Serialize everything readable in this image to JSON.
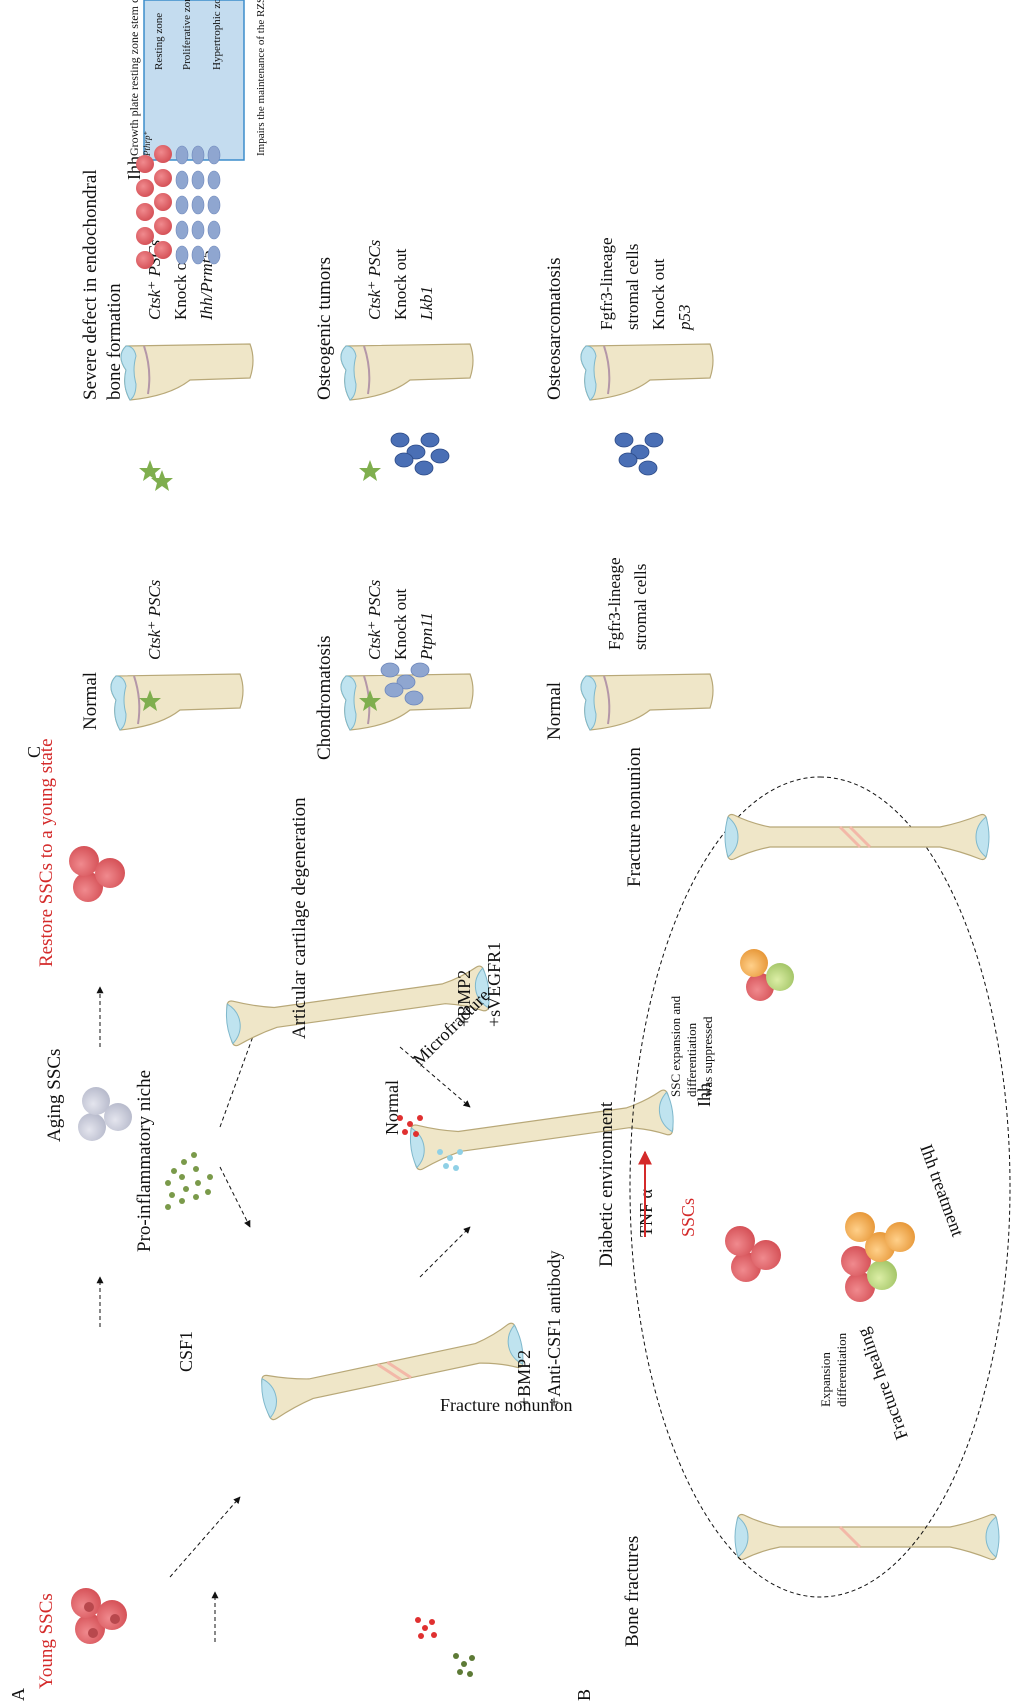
{
  "panel_a": {
    "label": "A",
    "young_sscs": "Young SSCs",
    "aging_sscs": "Aging SSCs",
    "restore": "Restore SSCs to a young state",
    "csf1": "CSF1",
    "pro_inflammatory": "Pro-inflammatory niche",
    "fracture_nonunion": "Fracture nonunion",
    "articular": "Articular cartilage degeneration",
    "normal": "Normal",
    "microfracture": "Microfracture",
    "bmp2": "+BMP2",
    "svegfr1": "+sVEGFR1",
    "anti_csf1": "+Anti-CSF1 antibody"
  },
  "panel_b": {
    "label": "B",
    "bone_fractures": "Bone fractures",
    "diabetic": "Diabetic environment",
    "tnf": "TNF α",
    "sscs": "SSCs",
    "ihh": "Ihh",
    "suppressed_1": "SSC expansion and",
    "suppressed_2": "differentiation",
    "suppressed_3": "was suppressed",
    "expansion_1": "Expansion",
    "expansion_2": "differentiation",
    "fracture_healing": "Fracture healing",
    "ihh_treatment": "Ihh treatment",
    "fracture_nonunion": "Fracture nonunion"
  },
  "panel_c": {
    "label": "C",
    "normal": "Normal",
    "ctsk_pscs": "Ctsk⁺ PSCs",
    "severe_1": "Severe defect in endochondral",
    "severe_2": "bone formation",
    "knock_out": "Knock out",
    "ihh_prmt5": "Ihh/Prmt5",
    "ihh": "Ihh",
    "pthrp": "Pthrp⁺",
    "rzsc_title": "Growth plate resting zone stem cells (RZSCs)",
    "resting": "Resting zone",
    "proliferative": "Proliferative zone",
    "hypertrophic": "Hypertrophic zone",
    "impairs": "Impairs the maintenance of the RZSCs",
    "chondromatosis": "Chondromatosis",
    "ptpn11": "Ptpn11",
    "osteogenic": "Osteogenic tumors",
    "lkb1": "Lkb1",
    "fgfr3_1": "Fgfr3-lineage",
    "fgfr3_2": "stromal cells",
    "osteosarcomatosis": "Osteosarcomatosis",
    "p53": "p53"
  },
  "colors": {
    "red_cell": "#e0646a",
    "gray_cell": "#c9cbd8",
    "bone": "#efe6c8",
    "cartilage": "#bfe3ef",
    "green_dot": "#7a9a4a",
    "blue_tumor": "#4a6fb5",
    "accent_red": "#d42a2a"
  }
}
